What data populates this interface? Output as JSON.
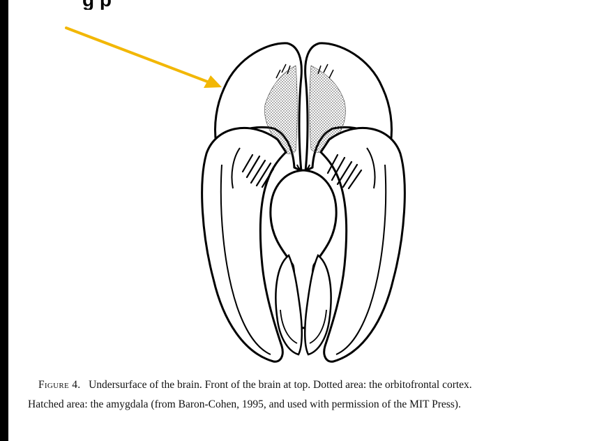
{
  "header_fragment": "g          p",
  "caption": {
    "figure_label": "Figure 4.",
    "line1_text": "Undersurface of the brain. Front of the brain at top. Dotted area: the orbitofrontal cortex.",
    "line2_text": "Hatched area: the amygdala (from Baron-Cohen, 1995, and used with permission of the MIT Press)."
  },
  "colors": {
    "arrow": "#f2b705",
    "outline": "#000000",
    "background": "#ffffff"
  }
}
